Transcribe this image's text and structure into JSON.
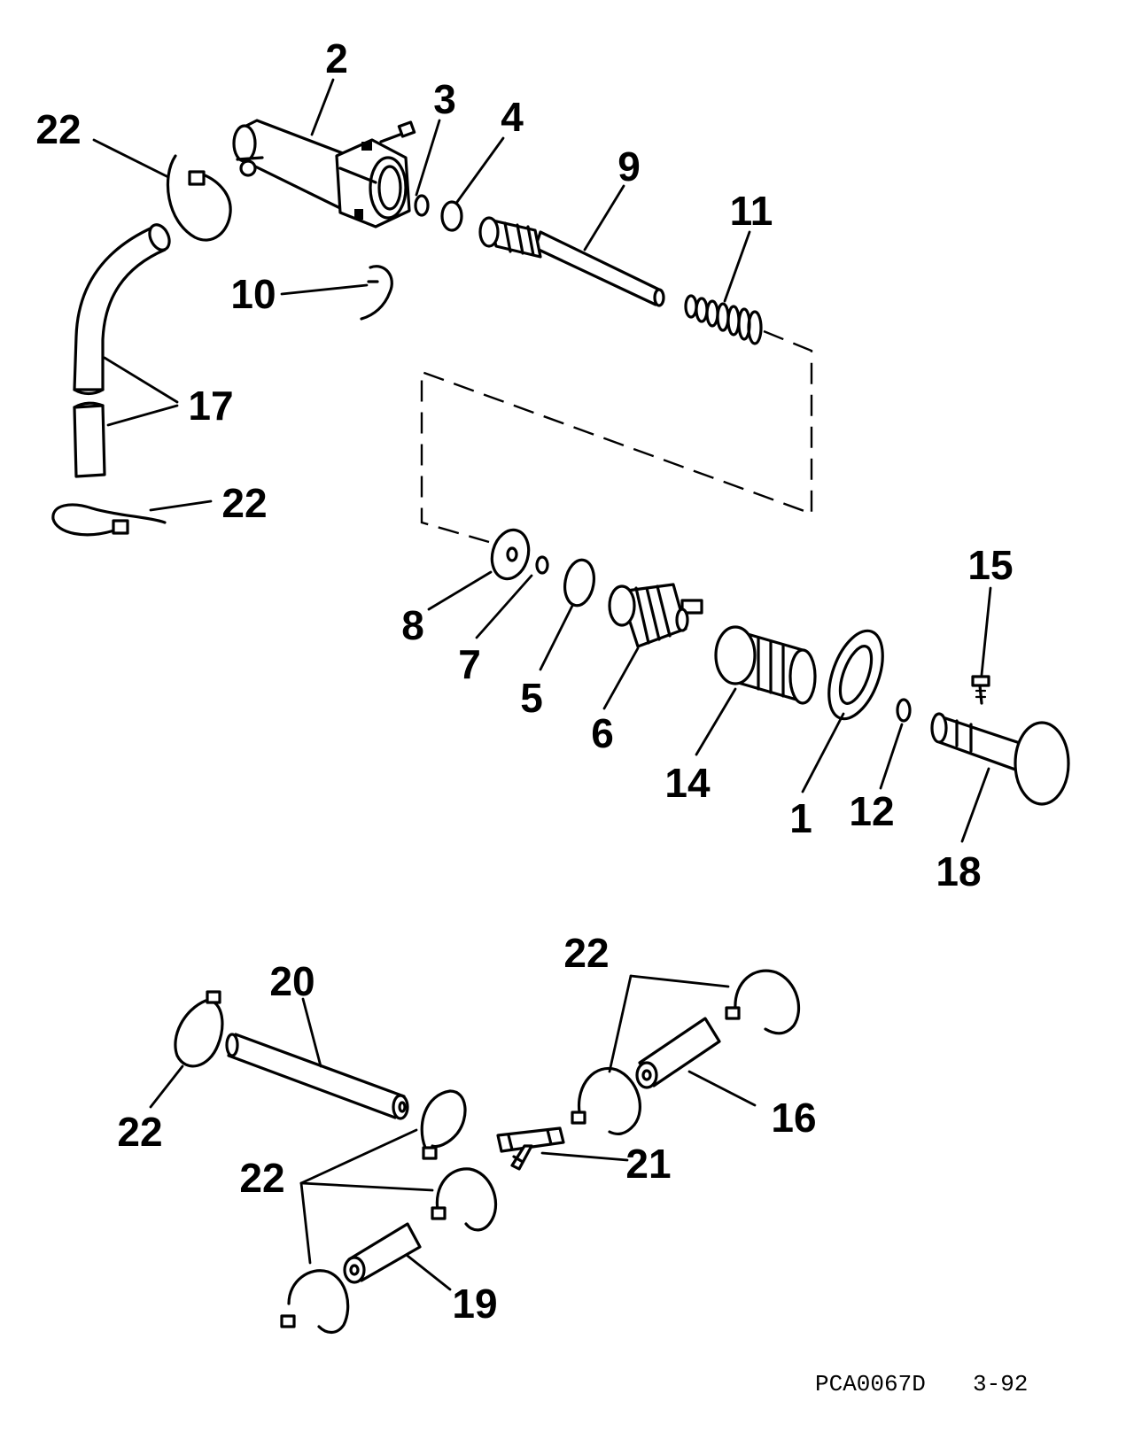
{
  "diagram": {
    "callouts": {
      "c1": "1",
      "c2": "2",
      "c3": "3",
      "c4": "4",
      "c5": "5",
      "c6": "6",
      "c7": "7",
      "c8": "8",
      "c9": "9",
      "c10": "10",
      "c11": "11",
      "c12": "12",
      "c14": "14",
      "c15": "15",
      "c16": "16",
      "c17": "17",
      "c18": "18",
      "c19": "19",
      "c20": "20",
      "c21": "21",
      "c22": "22"
    },
    "footer": {
      "code": "PCA0067D",
      "date": "3-92"
    }
  }
}
